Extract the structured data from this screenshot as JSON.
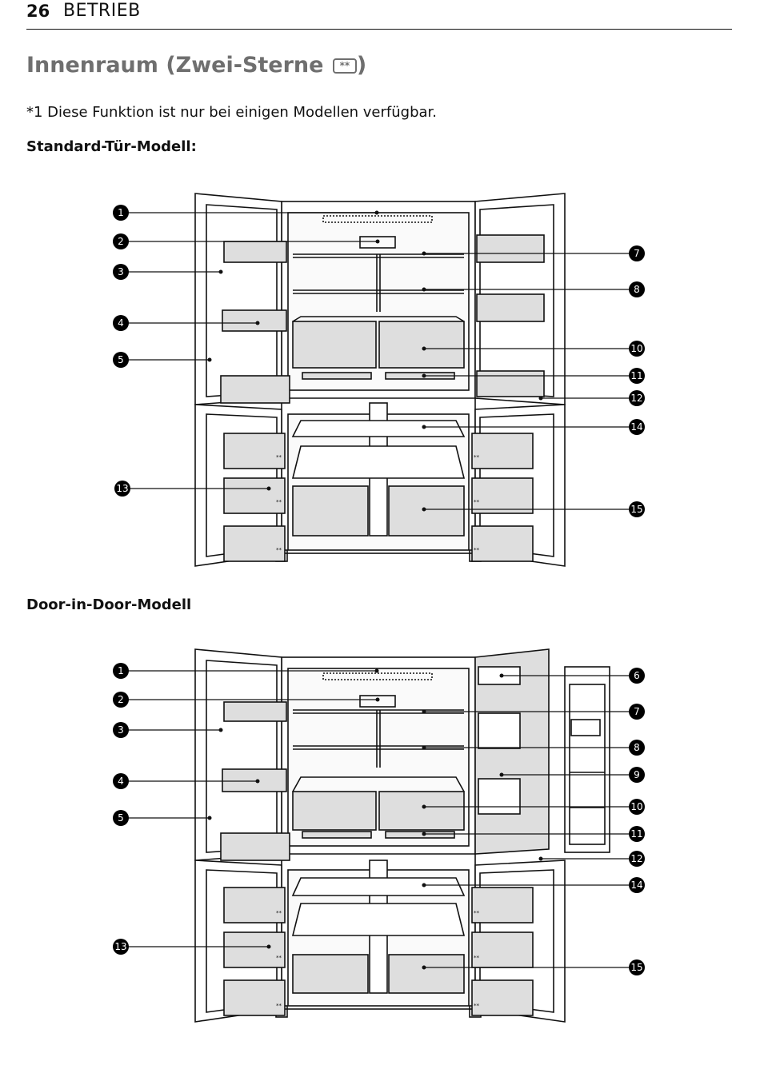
{
  "header": {
    "page_number": "26",
    "section": "BETRIEB"
  },
  "title": {
    "text": "Innenraum (Zwei-Sterne ",
    "badge": "**",
    "close": ")"
  },
  "footnote": "*1 Diese Funktion ist nur bei einigen Modellen verfügbar.",
  "diagrams": [
    {
      "heading": "Standard-Tür-Modell:",
      "left_callouts": [
        "1",
        "2",
        "3",
        "4",
        "5",
        "13"
      ],
      "right_callouts": [
        "7",
        "8",
        "10",
        "11",
        "12",
        "14",
        "15"
      ],
      "door_badge": "**"
    },
    {
      "heading": "Door-in-Door-Modell",
      "left_callouts": [
        "1",
        "2",
        "3",
        "4",
        "5",
        "13"
      ],
      "right_callouts": [
        "6",
        "7",
        "8",
        "9",
        "10",
        "11",
        "12",
        "14",
        "15"
      ],
      "door_badge": "**"
    }
  ]
}
